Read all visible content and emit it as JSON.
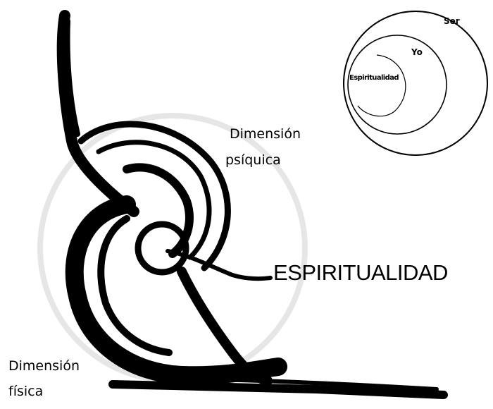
{
  "labels": {
    "psiquica_line1": "Dimensión",
    "psiquica_line2": "psíquica",
    "fisica_line1": "Dimensión",
    "fisica_line2": "física",
    "espiritualidad": "ESPIRITUALIDAD"
  },
  "inset": {
    "ser": "Ser",
    "yo": "Yo",
    "espiritualidad": "Espiritualidad"
  },
  "colors": {
    "ink": "#000000",
    "halo": "#e6e6e6",
    "background": "#ffffff"
  }
}
